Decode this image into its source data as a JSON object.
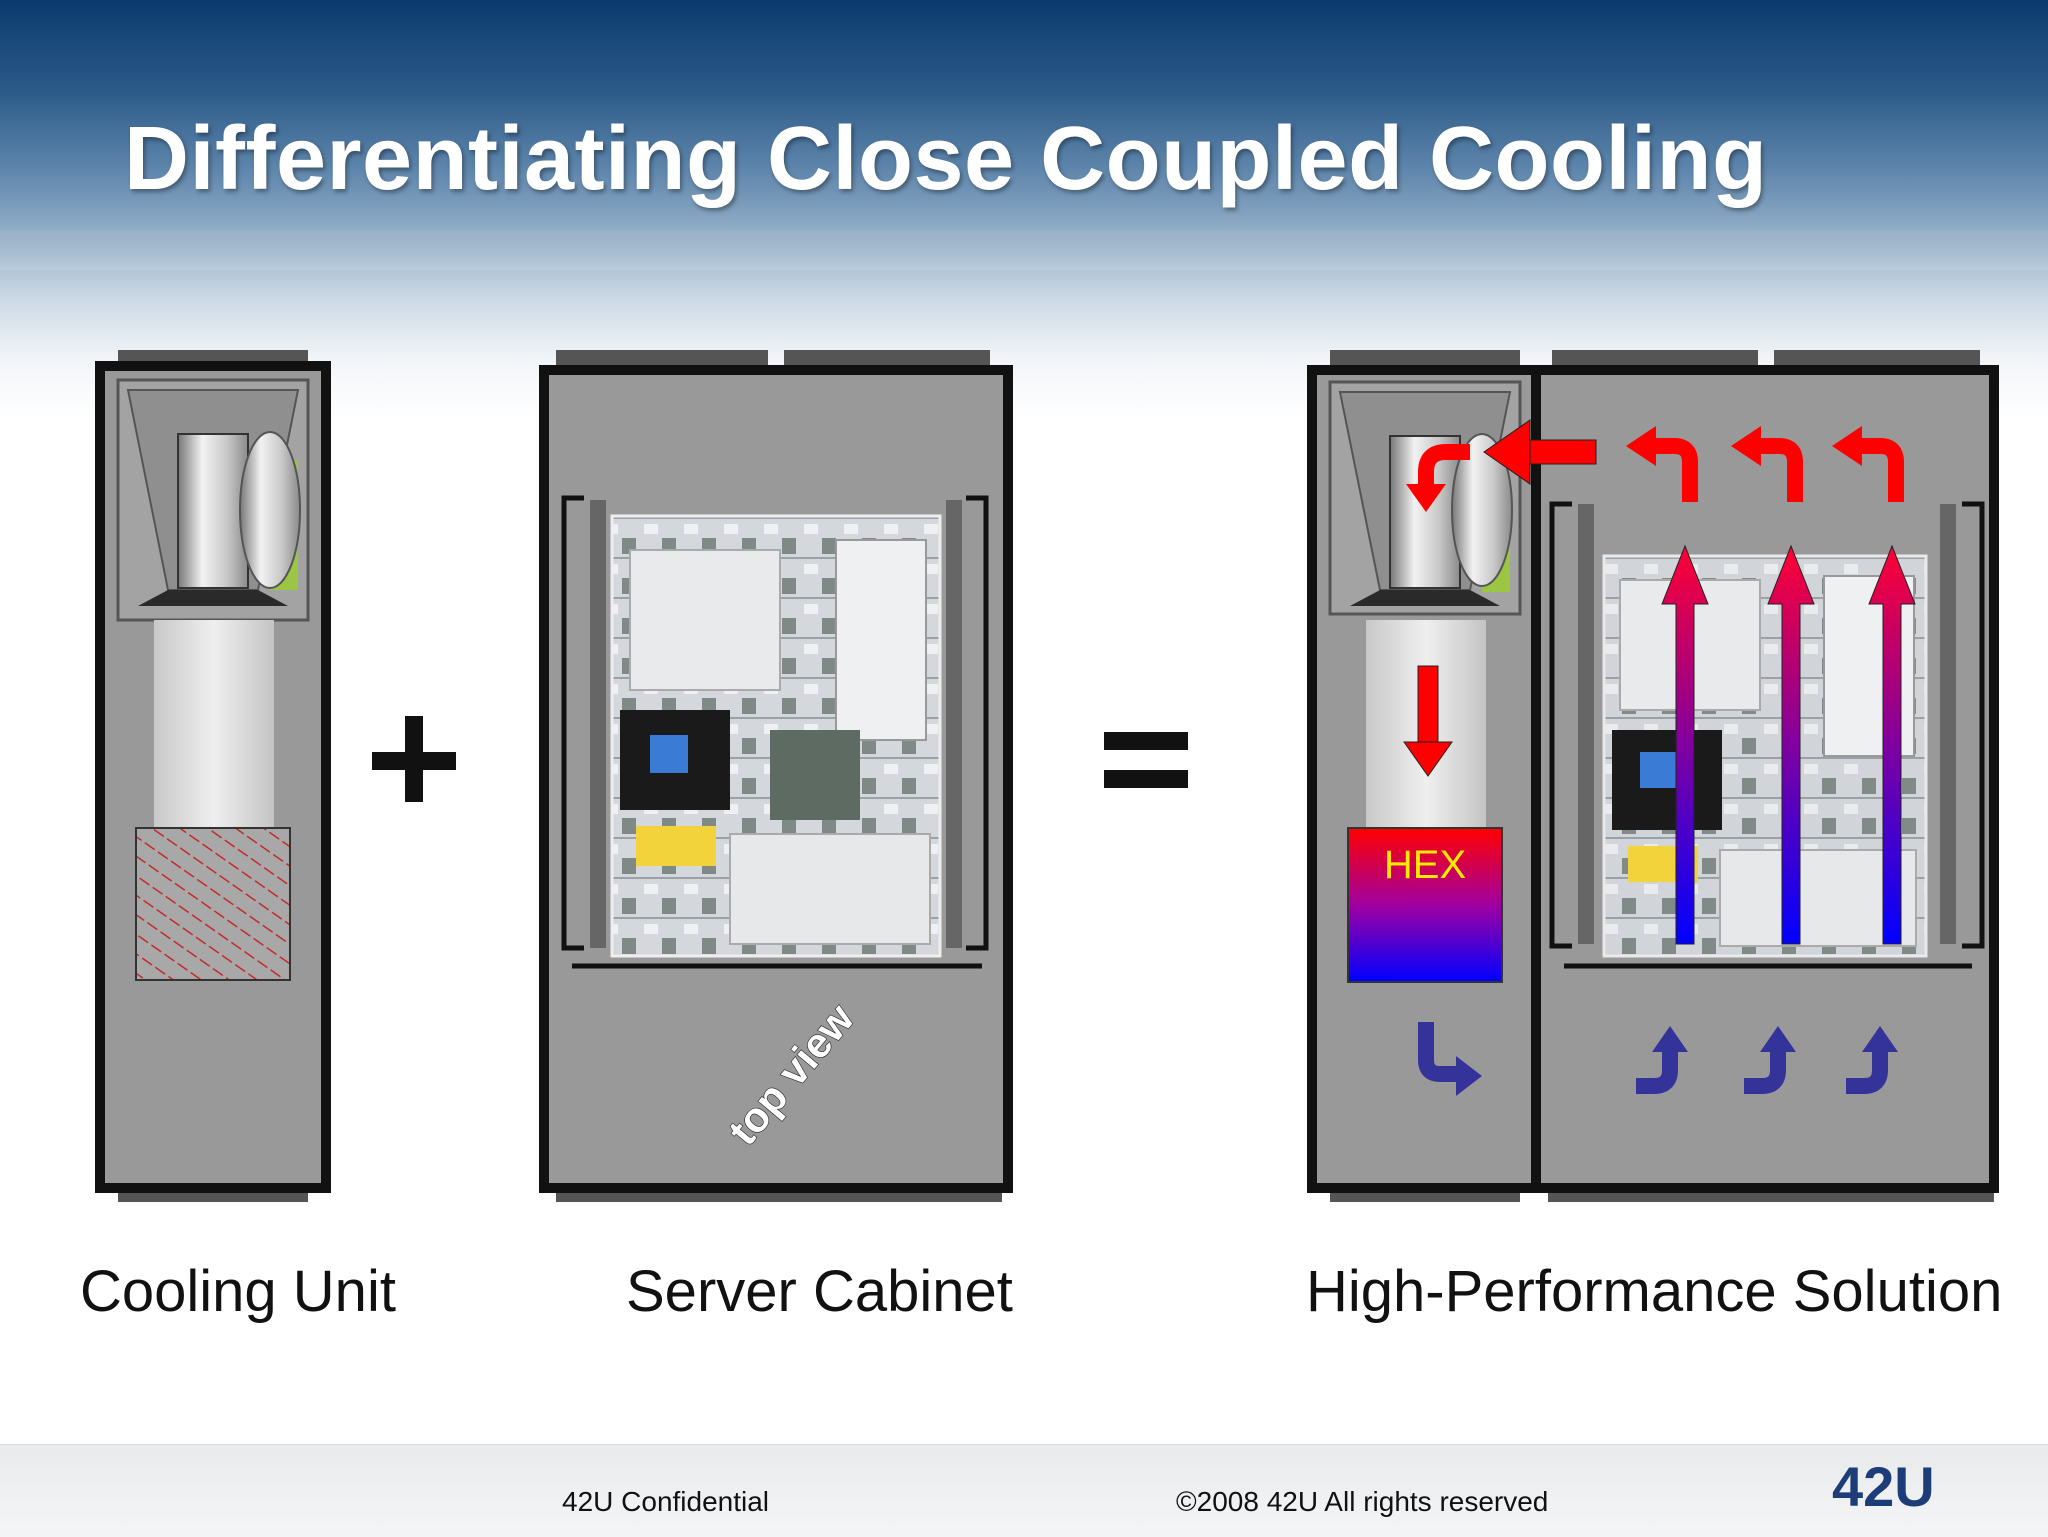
{
  "slide": {
    "title": "Differentiating Close Coupled Cooling",
    "captions": {
      "cooling_unit": "Cooling Unit",
      "server_cabinet": "Server Cabinet",
      "solution": "High-Performance Solution"
    },
    "operators": {
      "plus": "+",
      "equals": "="
    },
    "labels": {
      "hex": "HEX",
      "top_view": "top view"
    },
    "footer": {
      "confidential": "42U Confidential",
      "copyright": "©2008 42U All rights reserved",
      "logo": "42U"
    }
  },
  "colors": {
    "header_dark": "#0b3a6e",
    "cabinet_fill": "#999999",
    "cabinet_border": "#111111",
    "hot_arrow": "#ff0000",
    "cool_arrow": "#33339a",
    "hex_top": "#ff0000",
    "hex_bottom": "#0000ff",
    "coil_hatch": "#c03030",
    "logo_orange": "#f0a020",
    "logo_blue": "#1c3d78"
  }
}
